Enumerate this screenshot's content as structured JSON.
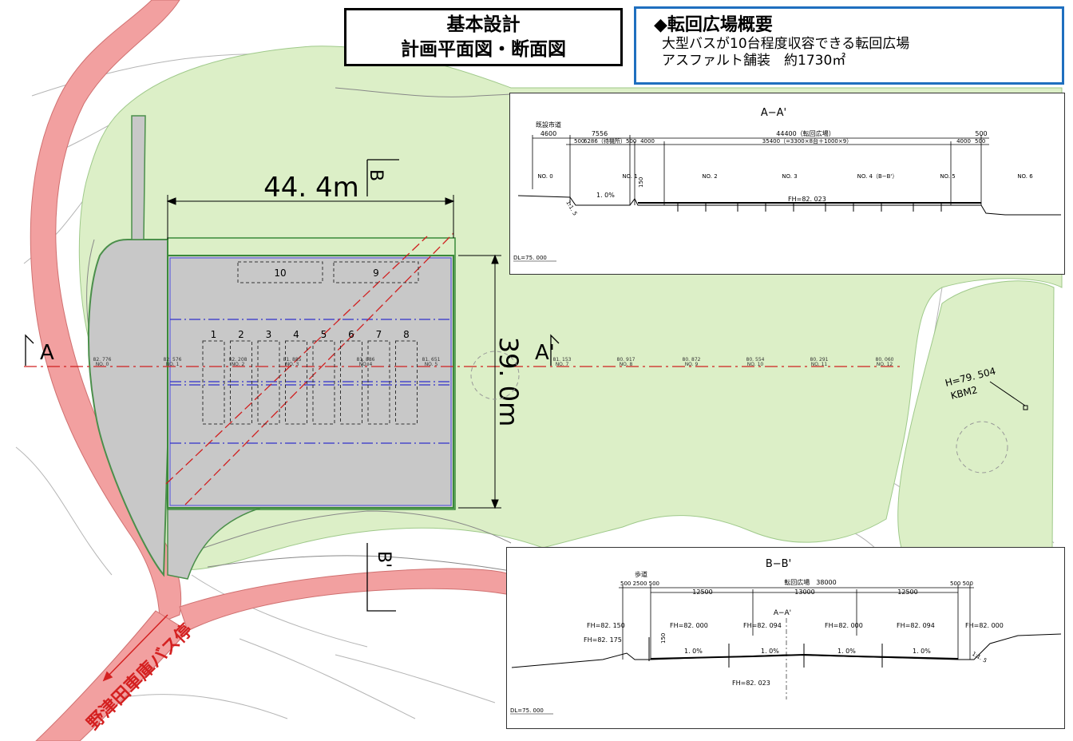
{
  "title": {
    "line1": "基本設計",
    "line2": "計画平面図・断面図"
  },
  "summary": {
    "heading": "◆転回広場概要",
    "line1": "大型バスが10台程度収容できる転回広場",
    "line2": "アスファルト舗装　約1730㎡"
  },
  "plan": {
    "dim_width": "44. 4m",
    "dim_depth": "39. 0m",
    "section_a": "A",
    "section_a_prime": "A'",
    "section_b": "B",
    "section_b_prime": "B'",
    "bus_stop": "野津田車庫バス停",
    "benchmark_h": "H=79. 504",
    "benchmark_name": "KBM2",
    "bay_upper": [
      "10",
      "9"
    ],
    "bays": [
      "1",
      "2",
      "3",
      "4",
      "5",
      "6",
      "7",
      "8"
    ],
    "stations": [
      {
        "elev": "82. 776",
        "no": "NO. 0"
      },
      {
        "elev": "82. 576",
        "no": "NO. 1"
      },
      {
        "elev": "82. 208",
        "no": "NO. 2"
      },
      {
        "elev": "81. 885",
        "no": "NO. 3"
      },
      {
        "elev": "81. 886",
        "no": "NO. 4"
      },
      {
        "elev": "81. 651",
        "no": "NO. 5"
      },
      {
        "elev": "81. 153",
        "no": "NO. 7"
      },
      {
        "elev": "80. 917",
        "no": "NO. 8"
      },
      {
        "elev": "80. 872",
        "no": "NO. 9"
      },
      {
        "elev": "80. 554",
        "no": "NO. 10"
      },
      {
        "elev": "80. 291",
        "no": "NO. 11"
      },
      {
        "elev": "80. 060",
        "no": "NO. 12"
      }
    ]
  },
  "section_aa": {
    "title": "A−A'",
    "road_label": "既設市道",
    "dims_top": [
      "4600",
      "7556",
      "44400（転回広場）",
      "500"
    ],
    "dims_mid": [
      "500",
      "6286（待機所）",
      "500",
      "4000",
      "35400（=3300×8台＋1000×9）",
      "4000",
      "500"
    ],
    "stations": [
      "NO. 0",
      "NO. 1",
      "NO. 2",
      "NO. 3",
      "NO. 4（B−B'）",
      "NO. 5",
      "NO. 6"
    ],
    "slope": "1. 0%",
    "slope_ratio": "1:1. 5",
    "fh": "FH=82. 023",
    "curb": "150",
    "dl": "DL=75. 000"
  },
  "section_bb": {
    "title": "B−B'",
    "walk_label": "歩道",
    "plaza_label": "転回広場　38000",
    "dims_left": "500 2500 500",
    "dims_right": "500 500",
    "dims_mid": [
      "12500",
      "13000",
      "12500"
    ],
    "center_label": "A−A'",
    "fh_labels": [
      "FH=82. 150",
      "FH=82. 175",
      "FH=82. 000",
      "FH=82. 094",
      "FH=82. 000",
      "FH=82. 094",
      "FH=82. 000"
    ],
    "fh_bottom": "FH=82. 023",
    "slope": "1. 0%",
    "slope_ratio": "1:1. 5",
    "curb": "150",
    "dl": "DL=75. 000"
  },
  "colors": {
    "road": "#f2a0a0",
    "green": "#dcefc7",
    "plaza": "#c8c8c8",
    "blue_frame": "#1f6fbf"
  }
}
